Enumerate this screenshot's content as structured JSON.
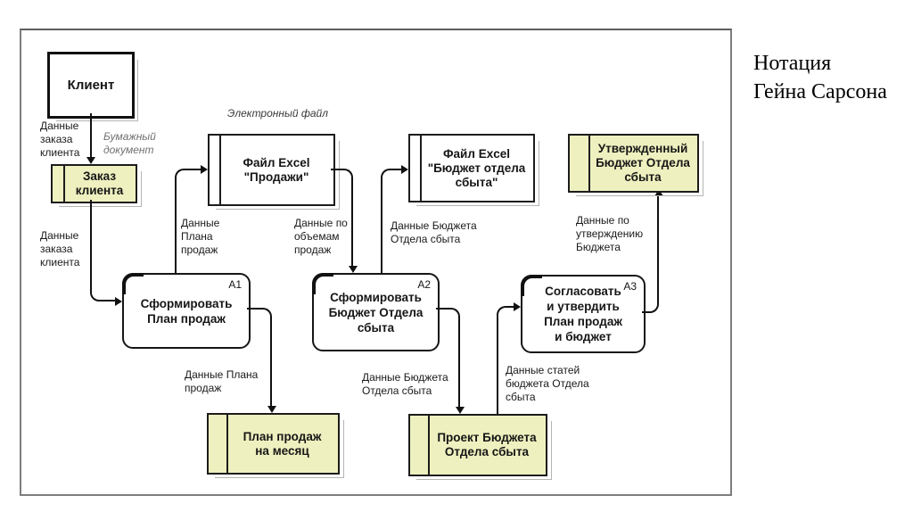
{
  "title": "Нотация\nГейна Сарсона",
  "nodes": {
    "client": "Клиент",
    "client_order": "Заказ\nклиента",
    "excel_sales": "Файл Excel\n\"Продажи\"",
    "excel_budget": "Файл Excel\n\"Бюджет отдела\nсбыта\"",
    "approved_budget": "Утвержденный\nБюджет Отдела\nсбыта",
    "sales_plan_month": "План продаж\nна месяц",
    "budget_draft": "Проект Бюджета\nОтдела сбыта",
    "a1_id": "A1",
    "a1": "Сформировать\nПлан продаж",
    "a2_id": "A2",
    "a2": "Сформировать\nБюджет Отдела\nсбыта",
    "a3_id": "A3",
    "a3": "Согласовать\nи утвердить\nПлан продаж\nи бюджет"
  },
  "labels": {
    "order_down": "Данные\nзаказа\nклиента",
    "paper_doc": "Бумажный\nдокумент",
    "electronic_file": "Электронный файл",
    "order_to_a1": "Данные\nзаказа\nклиента",
    "plan_to_excel": "Данные\nПлана\nпродаж",
    "volumes_to_a2": "Данные по\nобъемам\nпродаж",
    "plan_to_store": "Данные Плана\nпродаж",
    "budget_to_excel": "Данные Бюджета\nОтдела сбыта",
    "budget_to_store": "Данные Бюджета\nОтдела сбыта",
    "items_to_a3": "Данные статей\nбюджета Отдела\nсбыта",
    "approval_up": "Данные по\nутверждению\nБюджета"
  },
  "colors": {
    "store_fill": "#eef0bf",
    "line": "#111111",
    "shadow": "#b4b4b4"
  }
}
